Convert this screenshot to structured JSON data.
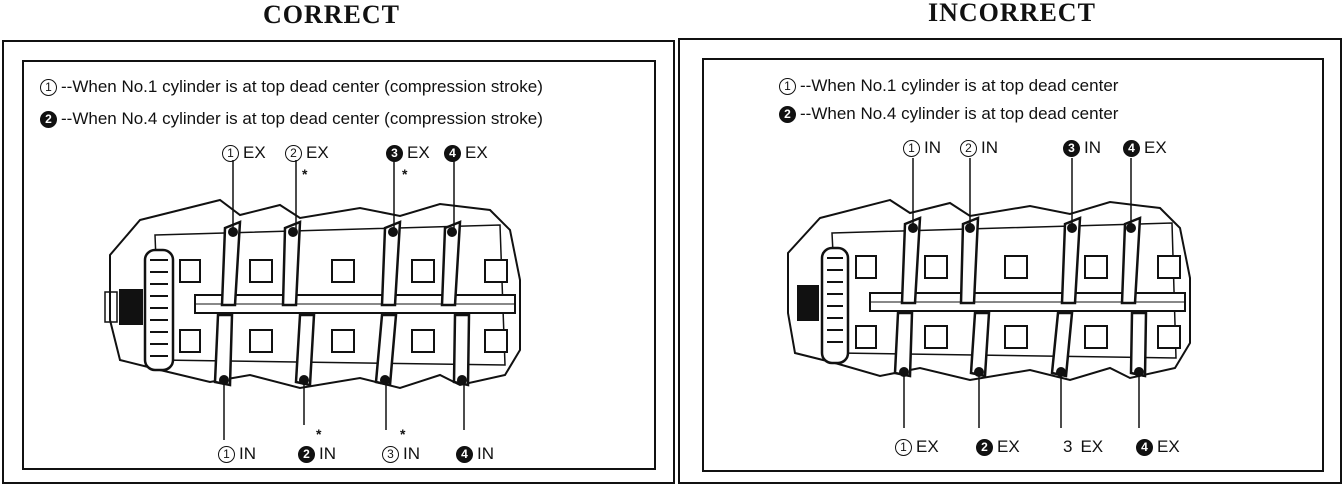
{
  "left": {
    "heading": "CORRECT",
    "note1_num": "1",
    "note1_text": "--When No.1 cylinder is at top dead center (compression stroke)",
    "note2_num": "2",
    "note2_text": "--When No.4 cylinder is at top dead center (compression stroke)",
    "top_labels": [
      {
        "num": "1",
        "style": "open",
        "text": "EX"
      },
      {
        "num": "2",
        "style": "open",
        "text": "EX"
      },
      {
        "num": "3",
        "style": "fill",
        "text": "EX"
      },
      {
        "num": "4",
        "style": "fill",
        "text": "EX"
      }
    ],
    "bottom_labels": [
      {
        "num": "1",
        "style": "open",
        "text": "IN"
      },
      {
        "num": "2",
        "style": "fill",
        "text": "IN"
      },
      {
        "num": "3",
        "style": "open",
        "text": "IN"
      },
      {
        "num": "4",
        "style": "fill",
        "text": "IN"
      }
    ],
    "star": "*"
  },
  "right": {
    "heading": "INCORRECT",
    "note1_num": "1",
    "note1_text": "--When No.1 cylinder is at top dead center",
    "note2_num": "2",
    "note2_text": "--When No.4 cylinder is at top dead center",
    "top_labels": [
      {
        "num": "1",
        "style": "open",
        "text": "IN"
      },
      {
        "num": "2",
        "style": "open",
        "text": "IN"
      },
      {
        "num": "3",
        "style": "fill",
        "text": "IN"
      },
      {
        "num": "4",
        "style": "fill",
        "text": "EX"
      }
    ],
    "bottom_labels": [
      {
        "num": "1",
        "style": "open",
        "text": "EX"
      },
      {
        "num": "2",
        "style": "fill",
        "text": "EX"
      },
      {
        "num": "3",
        "style": "plain",
        "text": "EX"
      },
      {
        "num": "4",
        "style": "fill",
        "text": "EX"
      }
    ]
  }
}
